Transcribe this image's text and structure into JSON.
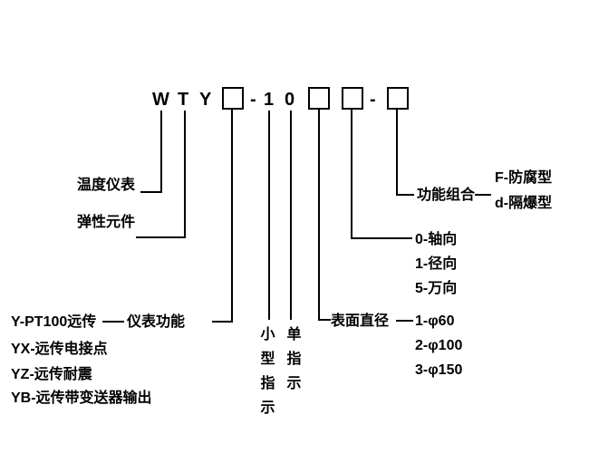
{
  "code": {
    "letter_w": "W",
    "letter_t": "T",
    "letter_y": "Y",
    "dash1": "-",
    "digit_1": "1",
    "digit_0": "0",
    "dash2": "-"
  },
  "left_labels": {
    "temperature_instrument": "温度仪表",
    "elastic_element": "弹性元件"
  },
  "function": {
    "label": "仪表功能",
    "option1": "Y-PT100远传",
    "option2": "YX-远传电接点",
    "option3": "YZ-远传耐震",
    "option4": "YB-远传带变送器输出"
  },
  "indicators": {
    "small_type": "小型指示",
    "single": "单指示"
  },
  "diameter": {
    "label": "表面直径",
    "options": [
      "1-φ60",
      "2-φ100",
      "3-φ150"
    ]
  },
  "orientation": {
    "options": [
      "0-轴向",
      "1-径向",
      "5-万向"
    ]
  },
  "combo": {
    "label": "功能组合",
    "options": [
      "F-防腐型",
      "d-隔爆型"
    ]
  },
  "colors": {
    "background": "#ffffff",
    "line": "#000000",
    "text": "#000000"
  }
}
